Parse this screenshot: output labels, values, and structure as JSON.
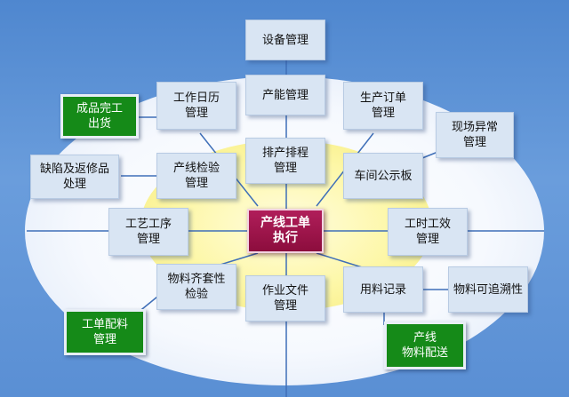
{
  "center": {
    "label": "产线工单\n执行"
  },
  "nodes": {
    "equipment": "设备管理",
    "capacity": "产能管理",
    "calendar": "工作日历\n管理",
    "production_order": "生产订单\n管理",
    "scheduling": "排产排程\n管理",
    "site_exception": "现场异常\n管理",
    "finished_goods": "成品完工\n出货",
    "line_inspection": "产线检验\n管理",
    "workshop_board": "车间公示板",
    "defect_repair": "缺陷及返修品\n处理",
    "process_routing": "工艺工序\n管理",
    "labor_efficiency": "工时工效\n管理",
    "kitting_inspection": "物料齐套性\n检验",
    "work_documents": "作业文件\n管理",
    "material_usage": "用料记录",
    "material_traceability": "物料可追溯性",
    "order_kitting": "工单配料\n管理",
    "line_delivery": "产线\n物料配送"
  },
  "colors": {
    "background": "#5a8fd4",
    "box_fill": "#d9e5f3",
    "green_fill": "#158a18",
    "center_fill": "#9e1548",
    "connector": "#3f6fb8"
  }
}
